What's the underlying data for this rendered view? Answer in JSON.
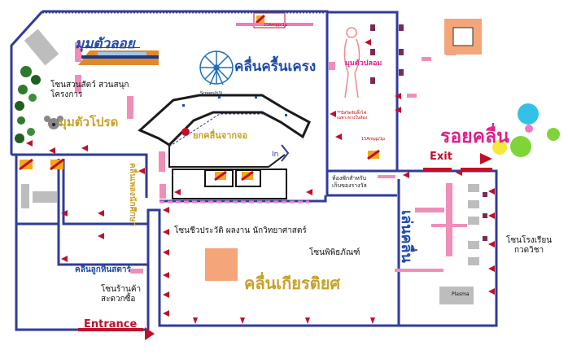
{
  "zones": {
    "zoo_playground": "โซนสวนสัตว์ สวนสนุก\nโครงการ",
    "biography": "โซนชีวประวัติ ผลงาน นักวิทยาศาสตร์",
    "museum": "โซนพิพิธภัณฑ์",
    "science_school": "โซนโรงเรียน\nกวดวิชา",
    "shop": "โซนร้านค้า\nสะดวกซื้อ"
  },
  "signs": {
    "exit": "Exit",
    "entrance": "Entrance",
    "in": "In",
    "cabinet": "ห้องพักสำหรับ\nเก็บของรางวัล",
    "plasma": "Plasma",
    "amp_small": "15Ampp/1p",
    "screen": "Screen(h3)",
    "note_small": "**มีสวิตช์ปลั๊กไฟ\nเฉพาะทางในห้อง"
  },
  "logos": {
    "bts_corner": "มุมตัวลอย",
    "ferris": "คลื่นครื้นเครง",
    "favourite_corner": "มุมตัวโปรด",
    "woman_corner": "มุมตัวปลอม",
    "roi_khluen": "รอยคลื่น",
    "stage_center": "ยกคลื่นจากจอ",
    "kids_wall": "คลื่นเพลงนักศึกษา",
    "shop_logo": "คลื่นลูกหินสตาร์",
    "honor": "คลื่นเกียรติยศ",
    "plasma_logo": "เล่นคลื่น"
  },
  "colors": {
    "wall": "#2f3c9a",
    "pink": "#ef8fb8",
    "red": "#c0102a",
    "orange": "#f5a57a",
    "gold": "#c8a028",
    "magenta": "#e0208a"
  }
}
